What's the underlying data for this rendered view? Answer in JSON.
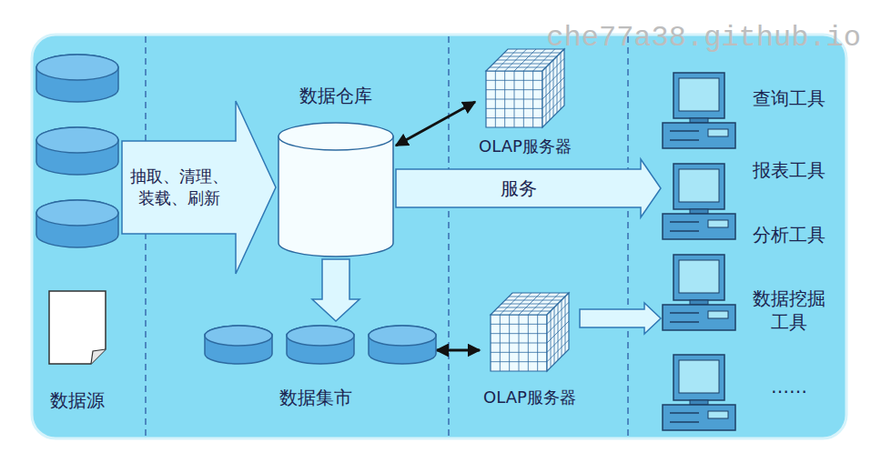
{
  "diagram": {
    "nodes": [
      {
        "text": [
          "数据源"
        ]
      },
      {
        "text": [
          "数据仓库"
        ]
      },
      {
        "text": [
          "OLAP服务器"
        ]
      },
      {
        "text": [
          "数据集市"
        ]
      },
      {
        "text": [
          "OLAP服务器"
        ]
      },
      {
        "text": [
          "查询工具",
          "报表工具",
          "分析工具",
          "数据挖掘 工具",
          "……"
        ]
      }
    ],
    "edges": [
      {
        "from": 0,
        "to": 1,
        "label": "抽取、清理、装载、刷新",
        "arrow": "to"
      },
      {
        "from": 1,
        "to": 2,
        "arrow": "both"
      },
      {
        "from": 1,
        "to": 5,
        "label": "服务",
        "arrow": "to"
      },
      {
        "from": 1,
        "to": 3,
        "arrow": "to"
      },
      {
        "from": 3,
        "to": 4,
        "arrow": "both"
      },
      {
        "from": 4,
        "to": 5,
        "arrow": "to"
      }
    ],
    "labels": [
      "che77a38.github.io"
    ]
  }
}
